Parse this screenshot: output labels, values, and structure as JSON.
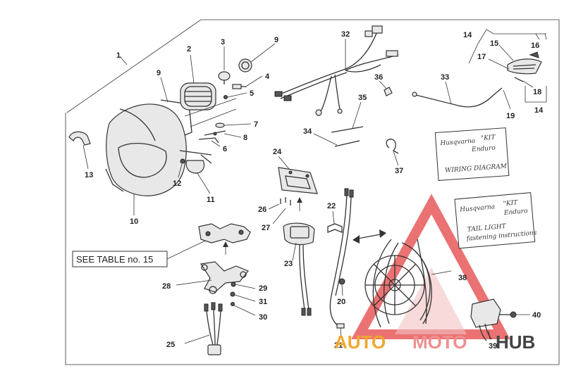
{
  "callouts": {
    "n1": "1",
    "n2": "2",
    "n3": "3",
    "n4": "4",
    "n5": "5",
    "n6": "6",
    "n7": "7",
    "n8": "8",
    "n9a": "9",
    "n9b": "9",
    "n10": "10",
    "n11": "11",
    "n12": "12",
    "n13": "13",
    "n14a": "14",
    "n14b": "14",
    "n15": "15",
    "n16": "16",
    "n17": "17",
    "n18": "18",
    "n19": "19",
    "n20": "20",
    "n21": "21",
    "n22": "22",
    "n23": "23",
    "n24": "24",
    "n25": "25",
    "n26": "26",
    "n27": "27",
    "n28": "28",
    "n29": "29",
    "n30": "30",
    "n31": "31",
    "n32": "32",
    "n33": "33",
    "n34": "34",
    "n35": "35",
    "n36": "36",
    "n37": "37",
    "n38": "38",
    "n39": "39",
    "n40": "40"
  },
  "see_table": "SEE TABLE no. 15",
  "card_wiring": {
    "brand": "Husqvarna",
    "kit_line1": "\"KIT",
    "kit_line2": "Enduro",
    "title": "WIRING DIAGRAM"
  },
  "card_tail": {
    "brand": "Husqvarna",
    "kit_line1": "\"KIT",
    "kit_line2": "Enduro",
    "title_line1": "TAIL LIGHT",
    "title_line2": "fastening instructions"
  },
  "watermark": {
    "part1": "AUTO",
    "part2": "MOTO",
    "part3": "HUB",
    "colors": {
      "triangle": "#e85a5a",
      "auto": "#f0a830",
      "moto": "#ef8f8f",
      "hub": "#444444"
    }
  }
}
